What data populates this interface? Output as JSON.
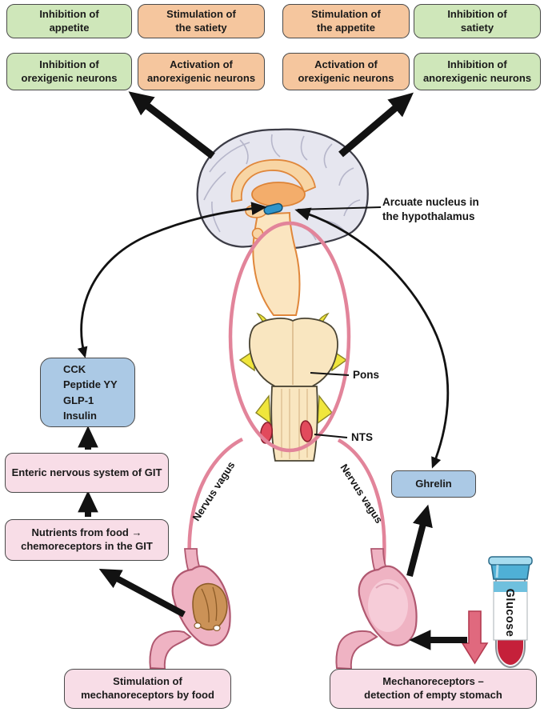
{
  "figure": {
    "subject": "Regulation of appetite via the gut-brain axis"
  },
  "outcome_boxes": [
    {
      "label": "Inhibition of\nappetite",
      "color": "green"
    },
    {
      "label": "Stimulation of\nthe satiety",
      "color": "orange"
    },
    {
      "label": "Stimulation of\nthe appetite",
      "color": "orange"
    },
    {
      "label": "Inhibition of\nsatiety",
      "color": "green"
    },
    {
      "label": "Inhibition of\norexigenic neurons",
      "color": "green"
    },
    {
      "label": "Activation of\nanorexigenic neurons",
      "color": "orange"
    },
    {
      "label": "Activation of\norexigenic neurons",
      "color": "orange"
    },
    {
      "label": "Inhibition of\nanorexigenic neurons",
      "color": "green"
    }
  ],
  "pathway_boxes": {
    "hormones": "CCK\nPeptide YY\nGLP-1\nInsulin",
    "enteric": "Enteric nervous system of GIT",
    "nutrients": "Nutrients from food →\nchemoreceptors in the GIT",
    "ghrelin": "Ghrelin",
    "mechano_food": "Stimulation of\nmechanoreceptors by food",
    "mechano_empty": "Mechanoreceptors –\ndetection of empty stomach"
  },
  "labels": {
    "arcuate": "Arcuate nucleus in\nthe hypothalamus",
    "pons": "Pons",
    "nts": "NTS",
    "nervus_vagus_left": "Nervus vagus",
    "nervus_vagus_right": "Nervus vagus",
    "glucose": "Glucose"
  },
  "colors": {
    "green_box": "#cfe7ba",
    "orange_box": "#f5c69e",
    "pink_box": "#f8dde7",
    "blue_box": "#abc9e5",
    "vagus_pink": "#e2849a",
    "nts_red": "#e24a5c",
    "glucose_red": "#c5203a",
    "tube_cap_blue": "#4fb0d6",
    "arcuate_marker_blue": "#2f94c9",
    "arrow_black": "#121212",
    "brain_cortex": "#e6e6ef",
    "brain_inner_orange": "#f8d5a4",
    "stomach_pink": "#efb3c3"
  }
}
